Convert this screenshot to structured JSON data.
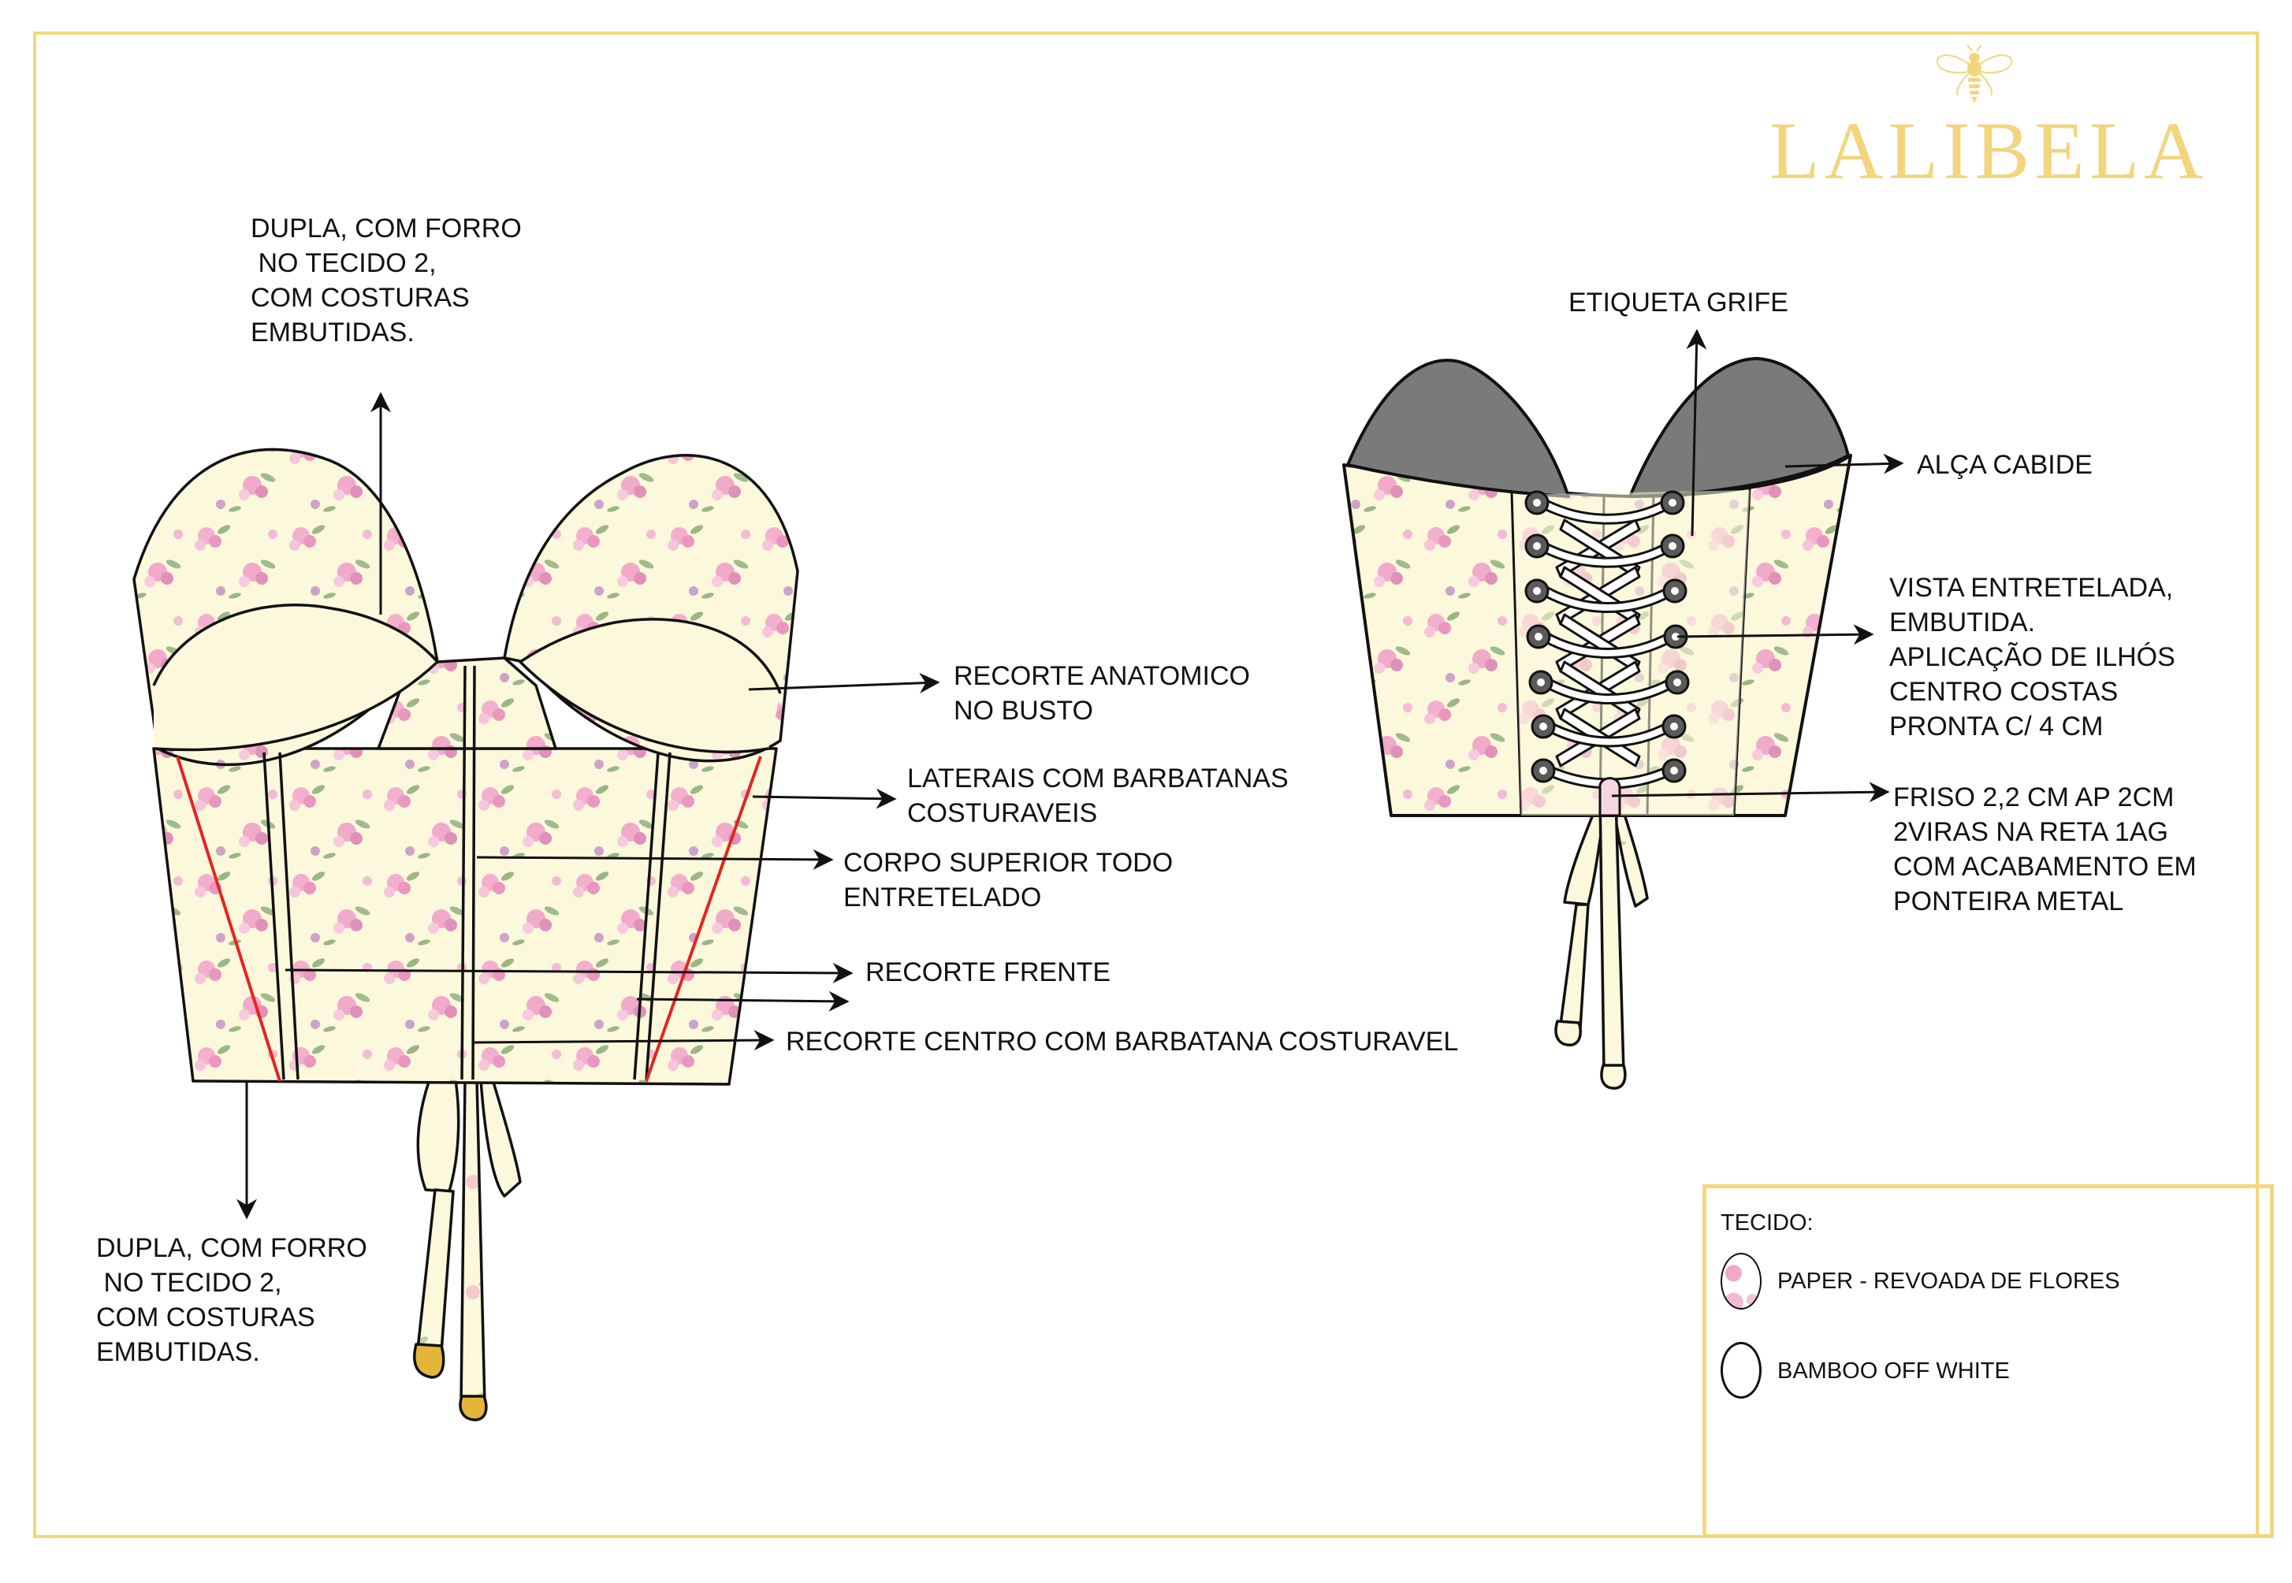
{
  "brand": {
    "name": "LALIBELA",
    "logo_icon": "bee-icon",
    "color": "#f3d57e"
  },
  "colors": {
    "frame": "#f5d77c",
    "fabric_base": "#fbf8dc",
    "floral_pink": "#ee9ac4",
    "leaf_green": "#8fb07a",
    "red_boning_line": "#e52420",
    "cup_lining_gray": "#7a7a7a",
    "outline": "#111111",
    "metal_tip_gold": "#e3b53a"
  },
  "views": {
    "front": {
      "name": "front-view"
    },
    "back": {
      "name": "back-view"
    }
  },
  "annotations": {
    "front_top": "DUPLA, COM FORRO\n NO TECIDO 2,\nCOM COSTURAS\nEMBUTIDAS.",
    "front_bottom": "DUPLA, COM FORRO\n NO TECIDO 2,\nCOM COSTURAS\nEMBUTIDAS.",
    "recorte_anatomico": "RECORTE ANATOMICO\nNO BUSTO",
    "laterais": "LATERAIS COM BARBATANAS\nCOSTURAVEIS",
    "corpo_superior": "CORPO SUPERIOR TODO\nENTRETELADO",
    "recorte_frente": "RECORTE FRENTE",
    "recorte_centro": "RECORTE CENTRO COM BARBATANA COSTURAVEL",
    "etiqueta": "ETIQUETA GRIFE",
    "alca": "ALÇA CABIDE",
    "vista": "VISTA ENTRETELADA,\nEMBUTIDA.\nAPLICAÇÃO DE ILHÓS\nCENTRO COSTAS\nPRONTA C/ 4 CM",
    "friso": "FRISO 2,2 CM AP 2CM\n2VIRAS NA RETA 1AG\nCOM ACABAMENTO EM\nPONTEIRA METAL"
  },
  "legend": {
    "title": "TECIDO:",
    "items": [
      {
        "label": "PAPER - REVOADA DE FLORES",
        "swatch": "floral"
      },
      {
        "label": "BAMBOO OFF WHITE",
        "swatch": "plain"
      }
    ]
  }
}
